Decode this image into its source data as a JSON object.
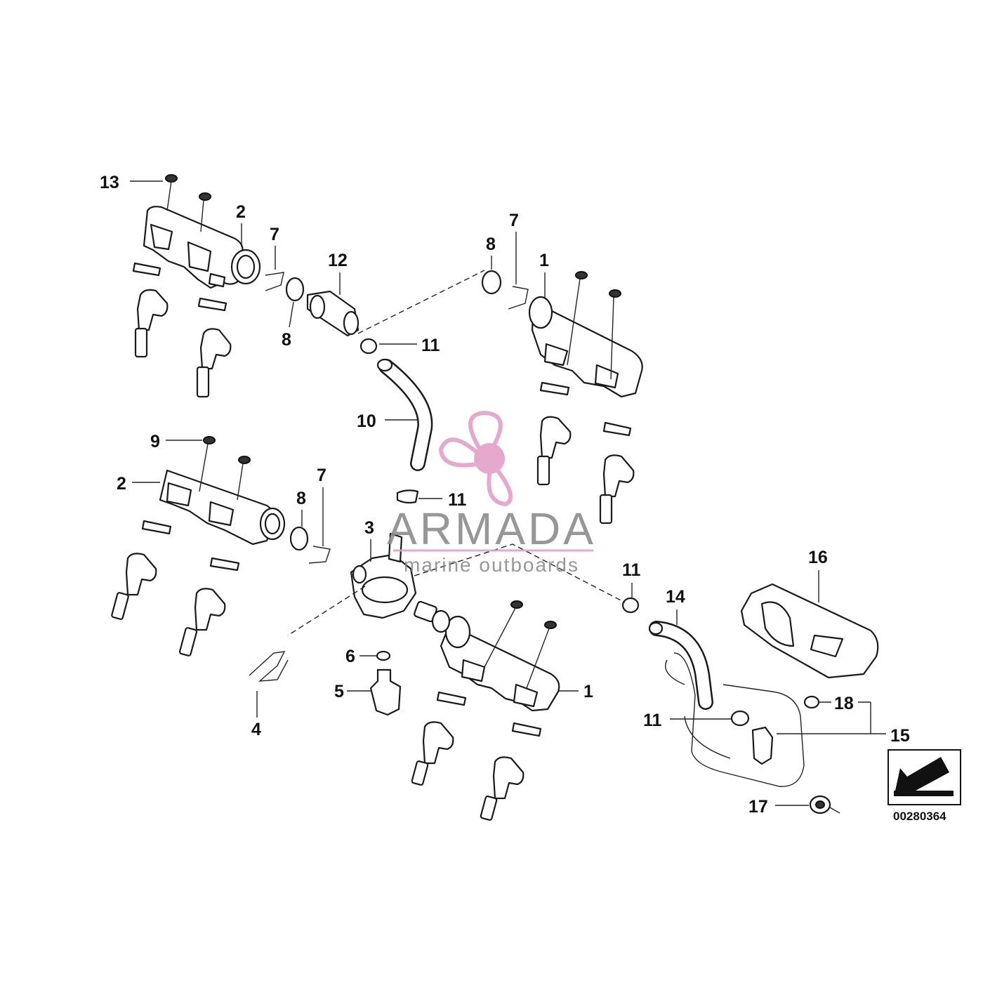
{
  "watermark": {
    "brand": "ARMADA",
    "tagline": "marine outboards",
    "accent_color": "#e2a0c8",
    "icon": "propeller-icon"
  },
  "callouts": [
    {
      "id": "c13",
      "label": "13"
    },
    {
      "id": "c2a",
      "label": "2"
    },
    {
      "id": "c7a",
      "label": "7"
    },
    {
      "id": "c12",
      "label": "12"
    },
    {
      "id": "c8a",
      "label": "8"
    },
    {
      "id": "c7b",
      "label": "7"
    },
    {
      "id": "c1a",
      "label": "1"
    },
    {
      "id": "c8b",
      "label": "8"
    },
    {
      "id": "c11a",
      "label": "11"
    },
    {
      "id": "c10",
      "label": "10"
    },
    {
      "id": "c9",
      "label": "9"
    },
    {
      "id": "c2b",
      "label": "2"
    },
    {
      "id": "c7c",
      "label": "7"
    },
    {
      "id": "c8c",
      "label": "8"
    },
    {
      "id": "c11b",
      "label": "11"
    },
    {
      "id": "c3",
      "label": "3"
    },
    {
      "id": "c11c",
      "label": "11"
    },
    {
      "id": "c14",
      "label": "14"
    },
    {
      "id": "c16",
      "label": "16"
    },
    {
      "id": "c6",
      "label": "6"
    },
    {
      "id": "c5",
      "label": "5"
    },
    {
      "id": "c4",
      "label": "4"
    },
    {
      "id": "c1b",
      "label": "1"
    },
    {
      "id": "c18",
      "label": "18"
    },
    {
      "id": "c11d",
      "label": "11"
    },
    {
      "id": "c15",
      "label": "15"
    },
    {
      "id": "c17",
      "label": "17"
    }
  ],
  "reference_number": "00280364",
  "direction_icon": "arrow-front-icon"
}
